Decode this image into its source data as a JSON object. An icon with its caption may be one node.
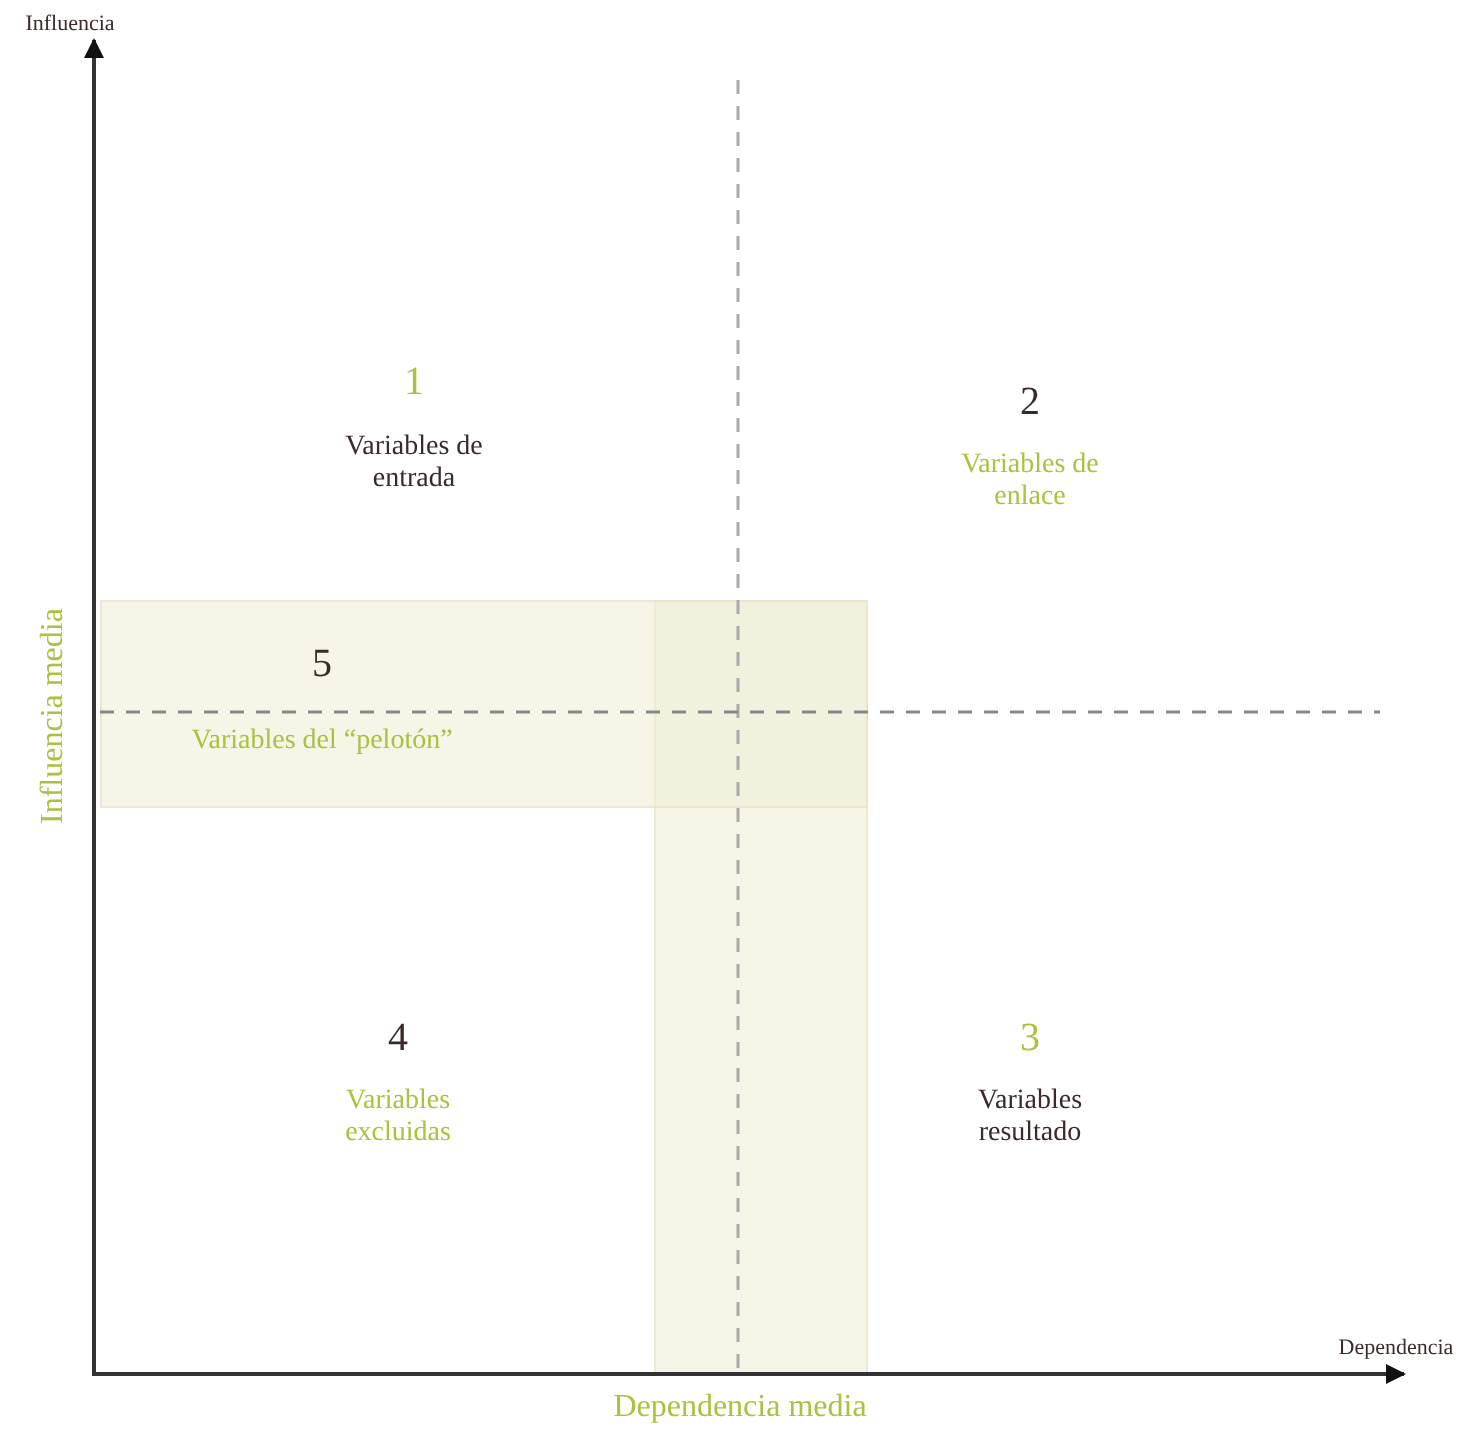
{
  "diagram": {
    "nodes": [
      {
        "text": [
          "5",
          "Variables del “pelotón”"
        ]
      },
      {
        "text": [],
        "shape": "bar"
      }
    ],
    "labels": [
      "Influencia",
      "1",
      "Variables de entrada",
      "2",
      "Variables de enlace",
      "Influencia media",
      "4",
      "Variables excluidas",
      "3",
      "Variables resultado",
      "Dependencia media",
      "Dependencia"
    ]
  }
}
